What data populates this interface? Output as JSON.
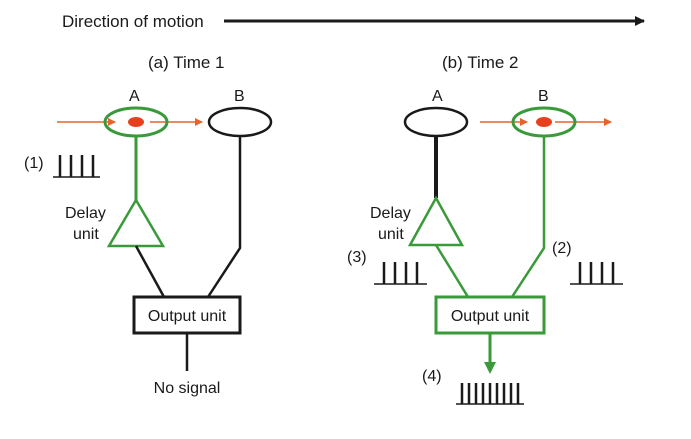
{
  "direction_label": "Direction of motion",
  "colors": {
    "active": "#3a9a3a",
    "inactive": "#1a1a1a",
    "stimulus_dot": "#e8401c",
    "stimulus_arrow": "#e8622c"
  },
  "panel_a": {
    "title": "(a) Time 1",
    "neuron_a_label": "A",
    "neuron_b_label": "B",
    "spike_label": "(1)",
    "delay_label_line1": "Delay",
    "delay_label_line2": "unit",
    "output_label": "Output unit",
    "result_label": "No signal",
    "spike_count": 4
  },
  "panel_b": {
    "title": "(b) Time 2",
    "neuron_a_label": "A",
    "neuron_b_label": "B",
    "delay_label_line1": "Delay",
    "delay_label_line2": "unit",
    "output_label": "Output unit",
    "spike_label_delay": "(3)",
    "spike_label_b": "(2)",
    "spike_label_output": "(4)",
    "spike_count_delay": 4,
    "spike_count_b": 4,
    "spike_count_output": 9
  }
}
